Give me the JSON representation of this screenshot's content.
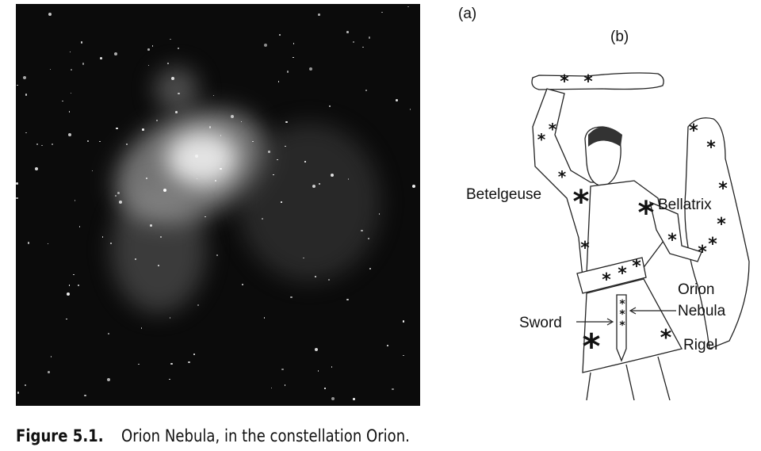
{
  "panels": {
    "a_label": "(a)",
    "b_label": "(b)"
  },
  "diagram_labels": {
    "betelgeuse": "Betelgeuse",
    "bellatrix": "Bellatrix",
    "orion": "Orion",
    "nebula": "Nebula",
    "sword": "Sword",
    "rigel": "Rigel"
  },
  "caption": {
    "number": "Figure 5.1.",
    "text": "Orion Nebula, in the constellation Orion."
  }
}
